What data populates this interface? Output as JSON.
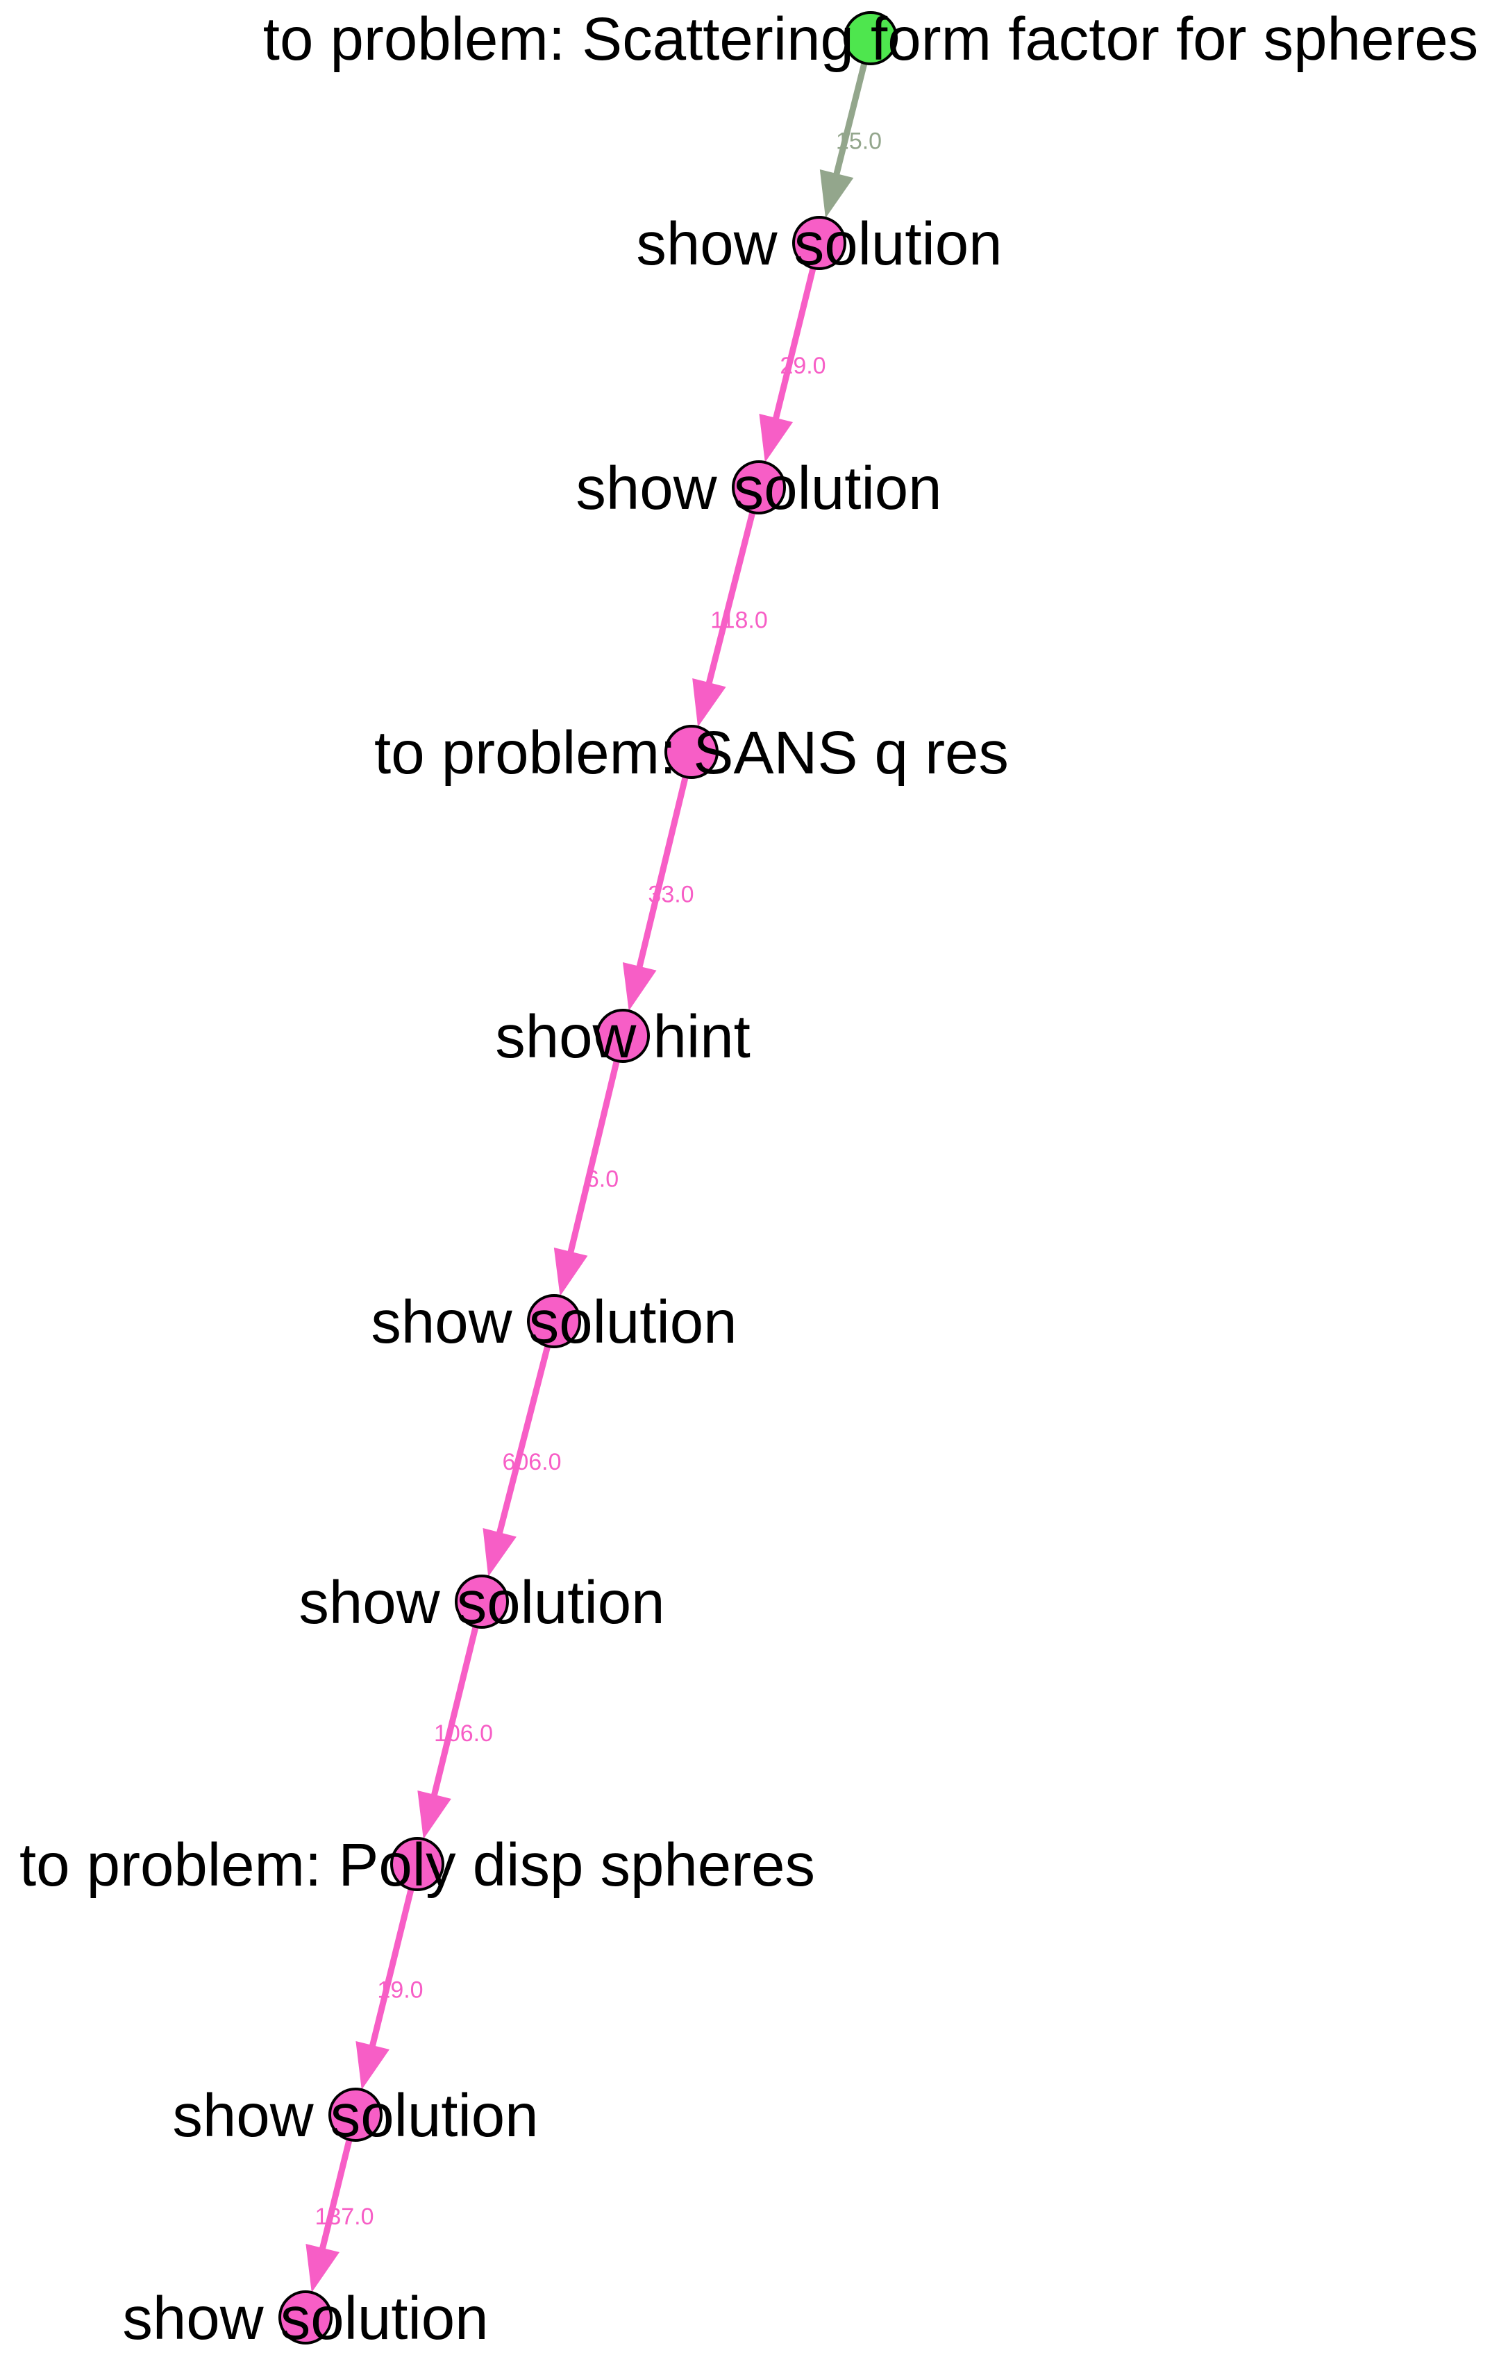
{
  "colors": {
    "start_node": "#4ee64e",
    "node": "#f75ec6",
    "start_edge": "#93a68c",
    "edge": "#f75ec6",
    "outline": "#000000",
    "text": "#000000"
  },
  "nodes": [
    {
      "id": "n0",
      "label": "to problem: Scattering form factor for spheres",
      "kind": "start"
    },
    {
      "id": "n1",
      "label": "show solution",
      "kind": "normal"
    },
    {
      "id": "n2",
      "label": "show solution",
      "kind": "normal"
    },
    {
      "id": "n3",
      "label": "to problem: SANS q res",
      "kind": "normal"
    },
    {
      "id": "n4",
      "label": "show hint",
      "kind": "normal"
    },
    {
      "id": "n5",
      "label": "show solution",
      "kind": "normal"
    },
    {
      "id": "n6",
      "label": "show solution",
      "kind": "normal"
    },
    {
      "id": "n7",
      "label": "to problem: Poly disp spheres",
      "kind": "normal"
    },
    {
      "id": "n8",
      "label": "show solution",
      "kind": "normal"
    },
    {
      "id": "n9",
      "label": "show solution",
      "kind": "normal"
    }
  ],
  "edges": [
    {
      "from": "n0",
      "to": "n1",
      "label": "15.0",
      "kind": "start"
    },
    {
      "from": "n1",
      "to": "n2",
      "label": "29.0",
      "kind": "normal"
    },
    {
      "from": "n2",
      "to": "n3",
      "label": "118.0",
      "kind": "normal"
    },
    {
      "from": "n3",
      "to": "n4",
      "label": "33.0",
      "kind": "normal"
    },
    {
      "from": "n4",
      "to": "n5",
      "label": "6.0",
      "kind": "normal"
    },
    {
      "from": "n5",
      "to": "n6",
      "label": "606.0",
      "kind": "normal"
    },
    {
      "from": "n6",
      "to": "n7",
      "label": "106.0",
      "kind": "normal"
    },
    {
      "from": "n7",
      "to": "n8",
      "label": "19.0",
      "kind": "normal"
    },
    {
      "from": "n8",
      "to": "n9",
      "label": "137.0",
      "kind": "normal"
    }
  ]
}
